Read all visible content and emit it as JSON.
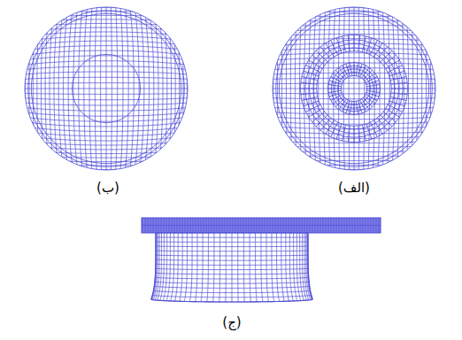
{
  "diagram": {
    "labels": [
      "(الف)",
      "(ب)",
      "(ج)"
    ]
  }
}
